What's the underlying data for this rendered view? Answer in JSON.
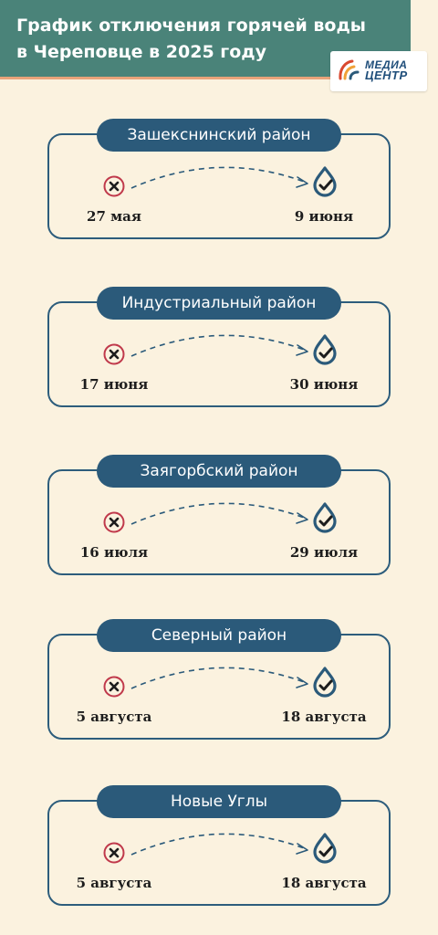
{
  "header": {
    "title": "График отключения горячей воды\nв Череповце в 2025 году"
  },
  "logo": {
    "line1": "МЕДИА",
    "line2": "ЦЕНТР"
  },
  "districts": [
    {
      "name": "Зашекснинский район",
      "start": "27 мая",
      "end": "9 июня"
    },
    {
      "name": "Индустриальный район",
      "start": "17 июня",
      "end": "30 июня"
    },
    {
      "name": "Заягорбский район",
      "start": "16 июля",
      "end": "29 июля"
    },
    {
      "name": "Северный район",
      "start": "5 августа",
      "end": "18 августа"
    },
    {
      "name": "Новые Углы",
      "start": "5 августа",
      "end": "18 августа"
    }
  ],
  "colors": {
    "background": "#fbf2df",
    "header": "#4a8379",
    "accent_line": "#e9a37a",
    "pill": "#2b5a7a",
    "card_border": "#2d5d7c",
    "x_circle": "#c0394b",
    "drop": "#2b5a7a"
  },
  "icons": {
    "off": "x-circle-icon",
    "on": "water-drop-check-icon"
  }
}
